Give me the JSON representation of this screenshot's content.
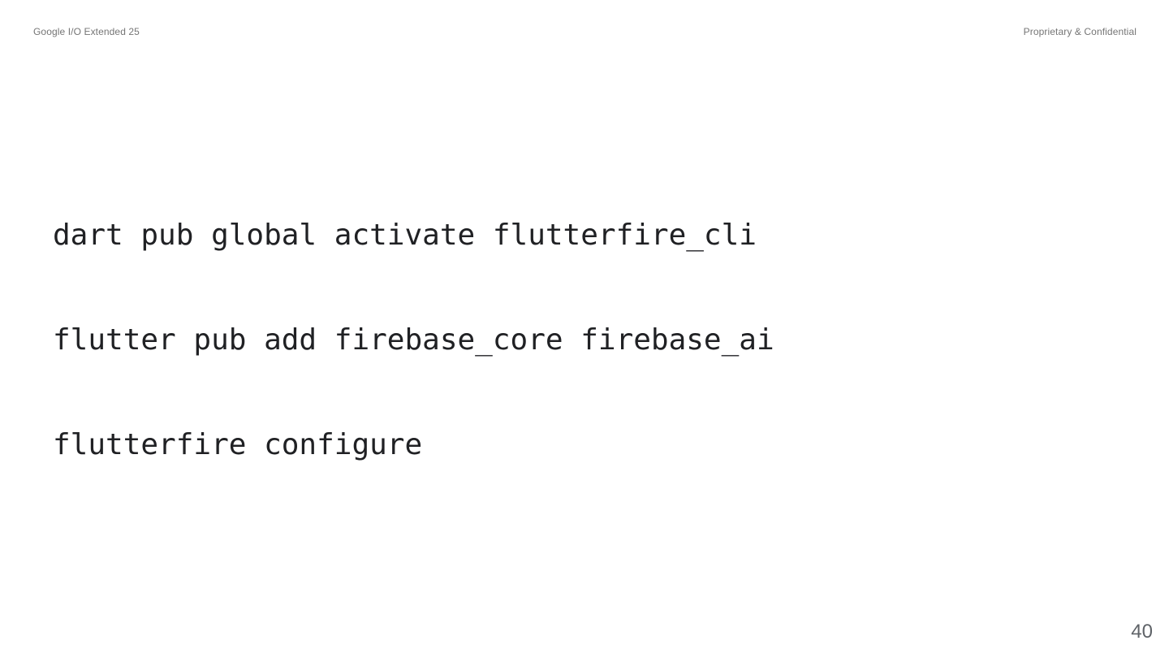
{
  "header": {
    "left_text": "Google I/O Extended 25",
    "right_text": "Proprietary & Confidential"
  },
  "code": {
    "lines": [
      "dart pub global activate flutterfire_cli",
      "flutter pub add firebase_core firebase_ai",
      "flutterfire configure"
    ]
  },
  "footer": {
    "page_number": "40"
  },
  "colors": {
    "background": "#ffffff",
    "code_text": "#202124",
    "header_text": "#757575",
    "page_number": "#5f6368"
  }
}
